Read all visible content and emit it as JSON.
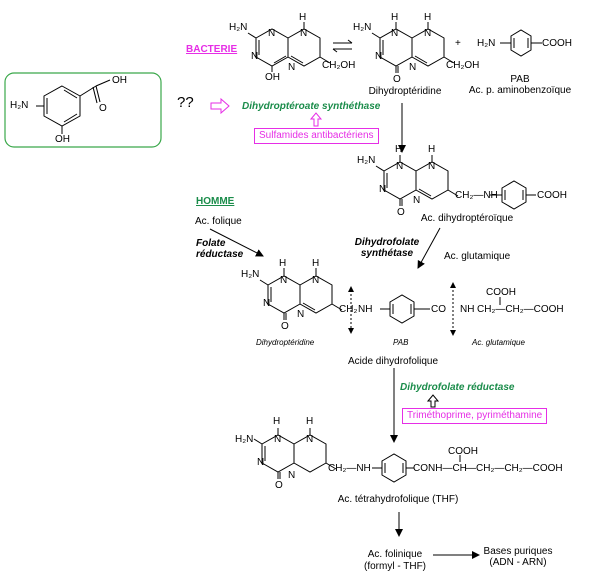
{
  "section_bacteria": "BACTERIE",
  "section_human": "HOMME",
  "question_marks": "??",
  "inhibitor_structure": {
    "nh2": "H₂N",
    "oh_ring": "OH",
    "oh_acid": "OH",
    "o": "O"
  },
  "molecules": {
    "dihydropteridine": "Dihydroptéridine",
    "pab_short": "PAB",
    "pab_full": "Ac. p. aminobenzoïque",
    "dihydropteroic": "Ac. dihydroptéroïque",
    "folic": "Ac. folique",
    "glutamic": "Ac. glutamique",
    "dihydrofolic": "Acide dihydrofolique",
    "thf": "Ac. tétrahydrofolique (THF)",
    "folinic": "Ac. folinique",
    "folinic_sub": "(formyl - THF)",
    "purines": "Bases puriques",
    "purines_sub": "(ADN - ARN)"
  },
  "fragments": {
    "pteridine": "Dihydroptéridine",
    "pab": "PAB",
    "glutamic": "Ac. glutamique"
  },
  "enzymes": {
    "dhps": "Dihydroptéroate synthéthase",
    "folate_reductase": "Folate\nréductase",
    "dhfs": "Dihydrofolate\nsynthétase",
    "dhfr": "Dihydrofolate réductase"
  },
  "inhibitors": {
    "sulfonamides": "Sulfamides antibactériens",
    "trimethoprim": "Triméthoprime, pyriméthamine"
  },
  "atoms": {
    "h2n": "H₂N",
    "h": "H",
    "n": "N",
    "oh": "OH",
    "o": "O",
    "ch2oh": "CH₂OH",
    "cooh": "COOH",
    "ch2_nh": "CH₂—NH",
    "nh": "NH",
    "co": "CO",
    "co_nh_ch": "CO—NH—CH",
    "ch2_ch2_cooh": "CH₂—CH₂—COOH",
    "cooh_chain": "—CH₂—CH₂—COOH",
    "plus": "+",
    "conh_ch": "CONH—CH",
    "ch2": "CH₂",
    "hn": "NH"
  },
  "colors": {
    "green": "#1a8c4a",
    "magenta": "#e62ee6",
    "box_green": "#3aa84a"
  }
}
